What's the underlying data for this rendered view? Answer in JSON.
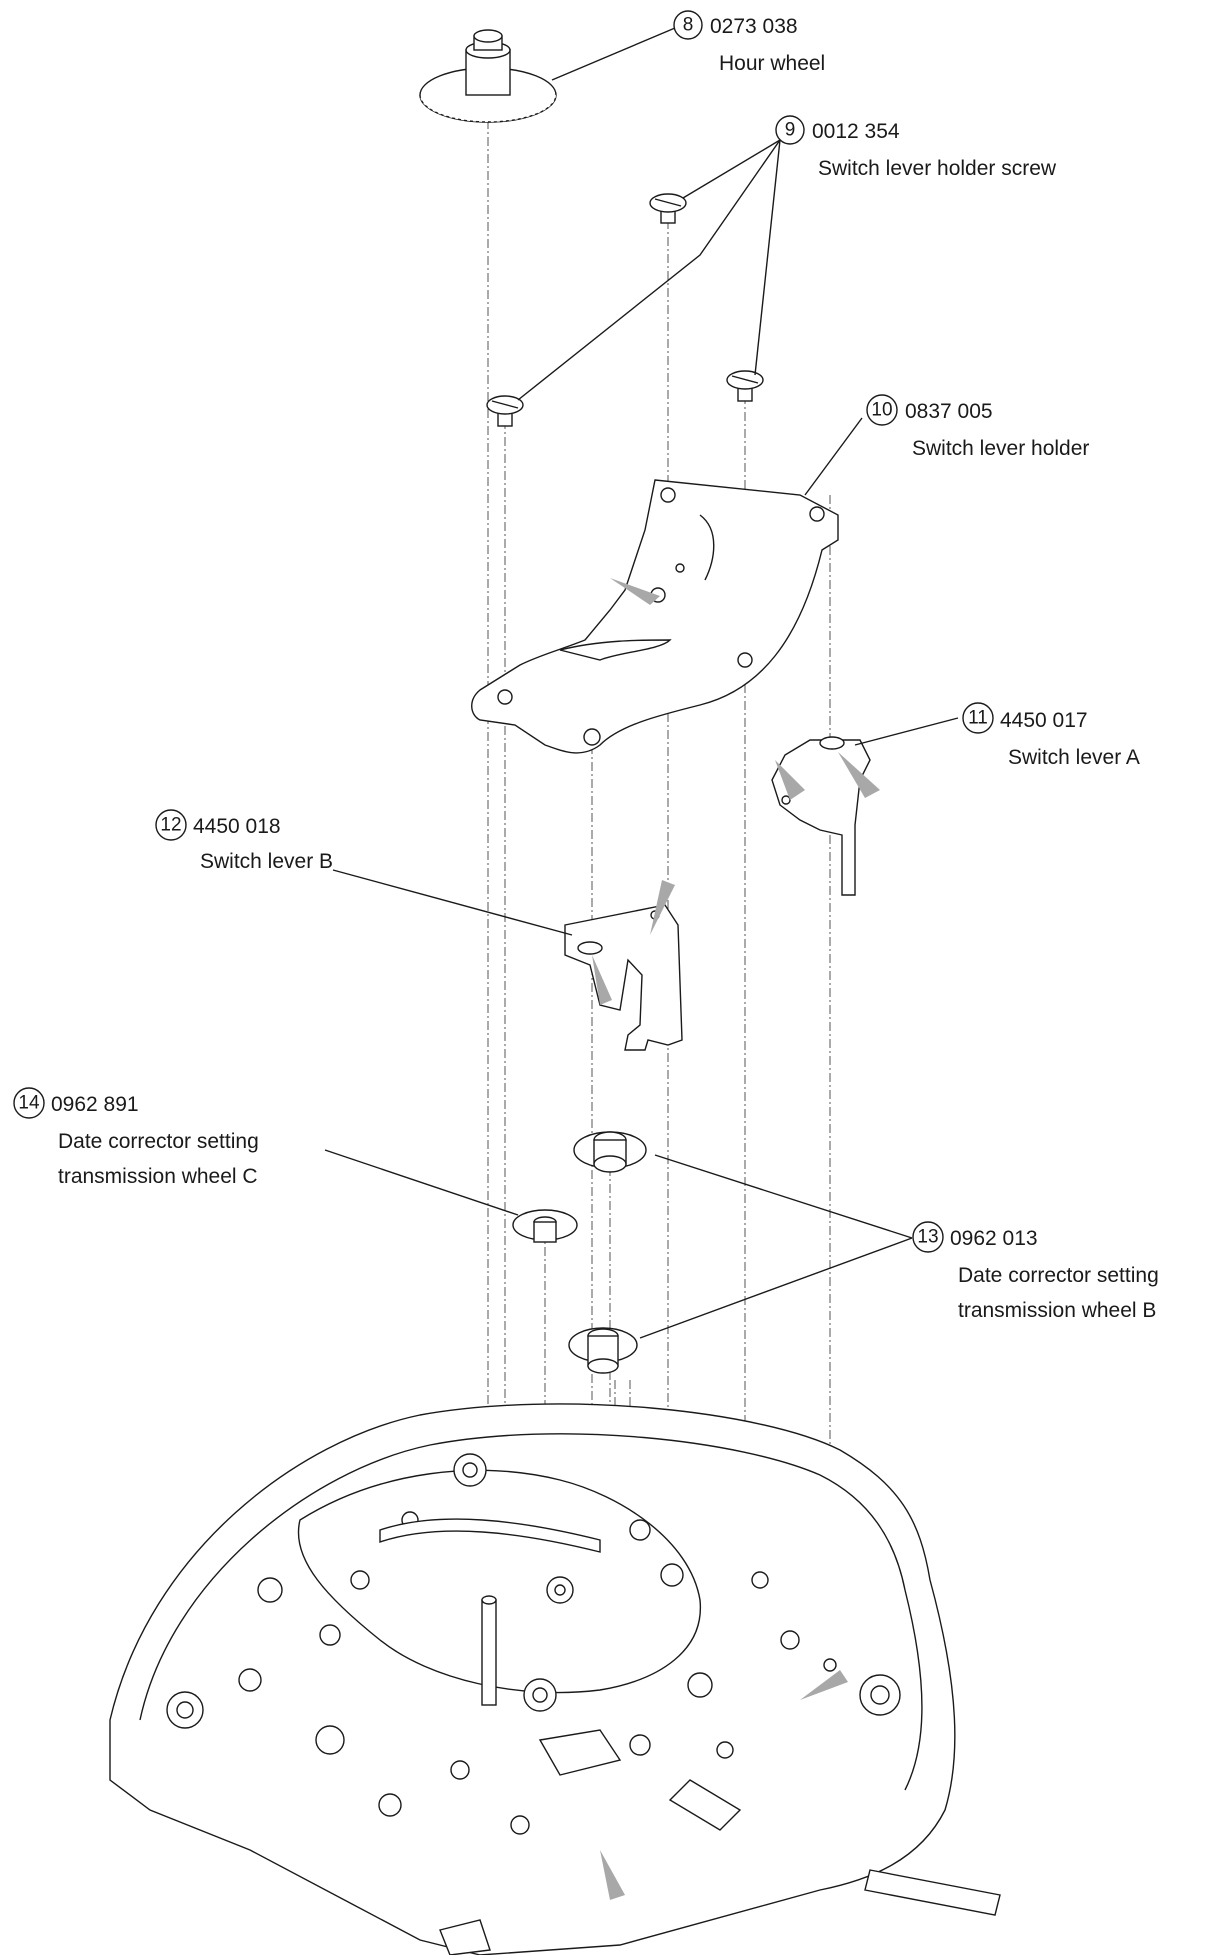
{
  "callouts": [
    {
      "num": "8",
      "code": "0273 038",
      "name": [
        "Hour wheel"
      ]
    },
    {
      "num": "9",
      "code": "0012 354",
      "name": [
        "Switch lever holder screw"
      ]
    },
    {
      "num": "10",
      "code": "0837 005",
      "name": [
        "Switch lever holder"
      ]
    },
    {
      "num": "11",
      "code": "4450 017",
      "name": [
        "Switch lever A"
      ]
    },
    {
      "num": "12",
      "code": "4450 018",
      "name": [
        "Switch lever B"
      ]
    },
    {
      "num": "13",
      "code": "0962 013",
      "name": [
        "Date corrector setting",
        "transmission wheel B"
      ]
    },
    {
      "num": "14",
      "code": "0962 891",
      "name": [
        "Date corrector setting",
        "transmission wheel C"
      ]
    }
  ]
}
